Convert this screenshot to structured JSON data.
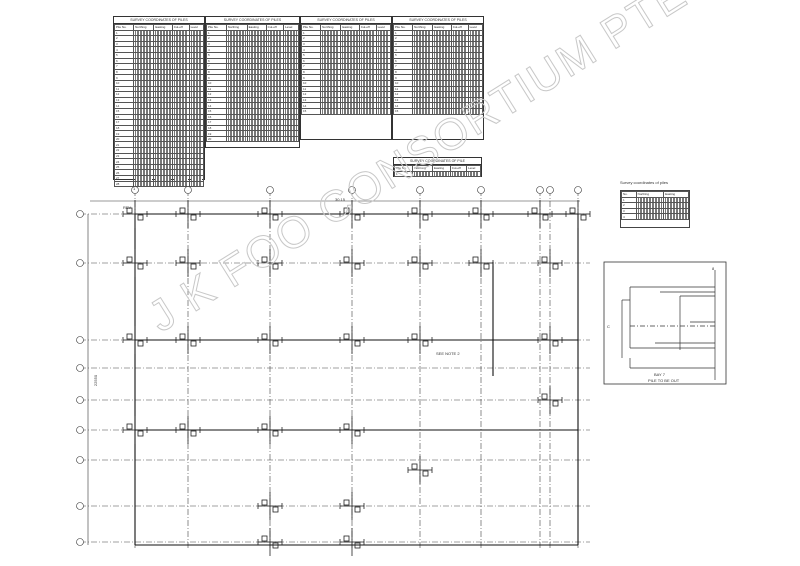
{
  "drawing": {
    "type": "Pile layout plan (scanned structural drawing)",
    "watermark": "J K FOO CONSORTIUM PTE LTD"
  },
  "tables": [
    {
      "id": "pile-table-1",
      "title": "SURVEY COORDINATES OF PILES",
      "columns": [
        "Pile No.",
        "Northing",
        "Easting",
        "Cut-off",
        "Level"
      ],
      "rows": 28
    },
    {
      "id": "pile-table-2",
      "title": "SURVEY COORDINATES OF PILES",
      "columns": [
        "Pile No.",
        "Northing",
        "Easting",
        "Cut-off",
        "Level"
      ],
      "rows": 20
    },
    {
      "id": "pile-table-3",
      "title": "SURVEY COORDINATES OF PILES",
      "columns": [
        "Pile No.",
        "Northing",
        "Easting",
        "Cut-off",
        "Level"
      ],
      "rows": 15
    },
    {
      "id": "pile-table-4",
      "title": "SURVEY COORDINATES OF PILES",
      "columns": [
        "Pile No.",
        "Northing",
        "Easting",
        "Cut-off",
        "Level"
      ],
      "rows": 15
    },
    {
      "id": "pile-table-5",
      "title": "SURVEY COORDINATES OF PILE",
      "columns": [
        "Pile No.",
        "Northing",
        "Easting",
        "Cut-off",
        "Level"
      ],
      "rows": 1
    }
  ],
  "legend_table": {
    "caption": "Survey coordinates of piles",
    "columns": [
      "No.",
      "Northing",
      "Easting"
    ],
    "rows": 4
  },
  "grid": {
    "column_labels": [
      "1",
      "2",
      "3",
      "4",
      "5",
      "6",
      "7",
      "8",
      "9"
    ],
    "row_labels": [
      "A",
      "B",
      "C",
      "D",
      "E",
      "F",
      "G",
      "H",
      "J"
    ],
    "dimension_top": "30.15",
    "dimension_left": "22550"
  },
  "detail": {
    "title": "BAY 7",
    "subtitle": "PILE TO BE OUT",
    "grid_label_col": "8",
    "grid_label_row": "C"
  },
  "notes": {
    "mark_label_1": "SEE NOTE 2",
    "mark_label_2": "REV"
  }
}
